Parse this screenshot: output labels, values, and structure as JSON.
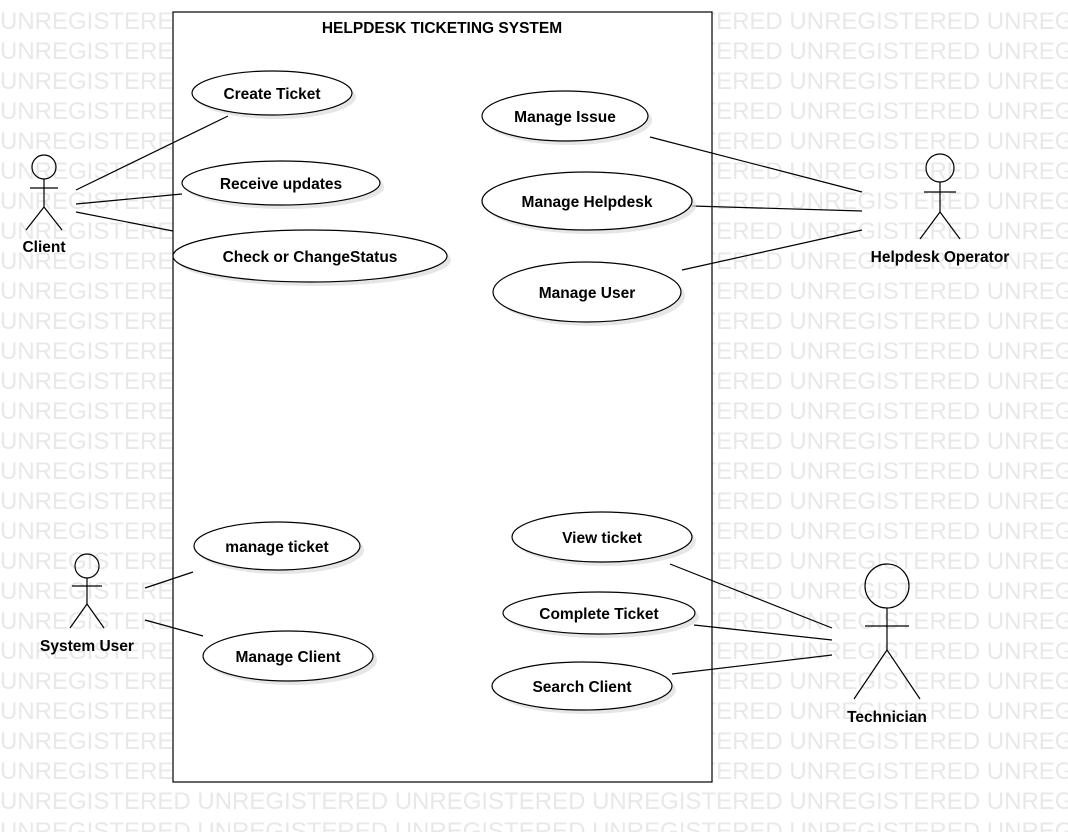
{
  "watermark": "UNREGISTERED",
  "system": {
    "title": "HELPDESK TICKETING SYSTEM"
  },
  "actors": [
    {
      "id": "client",
      "label": "Client"
    },
    {
      "id": "helpdesk_operator",
      "label": "Helpdesk Operator"
    },
    {
      "id": "system_user",
      "label": "System User"
    },
    {
      "id": "technician",
      "label": "Technician"
    }
  ],
  "use_cases": [
    {
      "id": "create_ticket",
      "label": "Create Ticket"
    },
    {
      "id": "receive_updates",
      "label": "Receive updates"
    },
    {
      "id": "check_status",
      "label": "Check or ChangeStatus"
    },
    {
      "id": "manage_issue",
      "label": "Manage Issue"
    },
    {
      "id": "manage_helpdesk",
      "label": "Manage Helpdesk"
    },
    {
      "id": "manage_user",
      "label": "Manage User"
    },
    {
      "id": "manage_ticket",
      "label": "manage ticket"
    },
    {
      "id": "manage_client",
      "label": "Manage Client"
    },
    {
      "id": "view_ticket",
      "label": "View ticket"
    },
    {
      "id": "complete_ticket",
      "label": "Complete Ticket"
    },
    {
      "id": "search_client",
      "label": "Search Client"
    }
  ],
  "associations": [
    [
      "client",
      "create_ticket"
    ],
    [
      "client",
      "receive_updates"
    ],
    [
      "client",
      "check_status"
    ],
    [
      "helpdesk_operator",
      "manage_issue"
    ],
    [
      "helpdesk_operator",
      "manage_helpdesk"
    ],
    [
      "helpdesk_operator",
      "manage_user"
    ],
    [
      "system_user",
      "manage_ticket"
    ],
    [
      "system_user",
      "manage_client"
    ],
    [
      "technician",
      "view_ticket"
    ],
    [
      "technician",
      "complete_ticket"
    ],
    [
      "technician",
      "search_client"
    ]
  ]
}
